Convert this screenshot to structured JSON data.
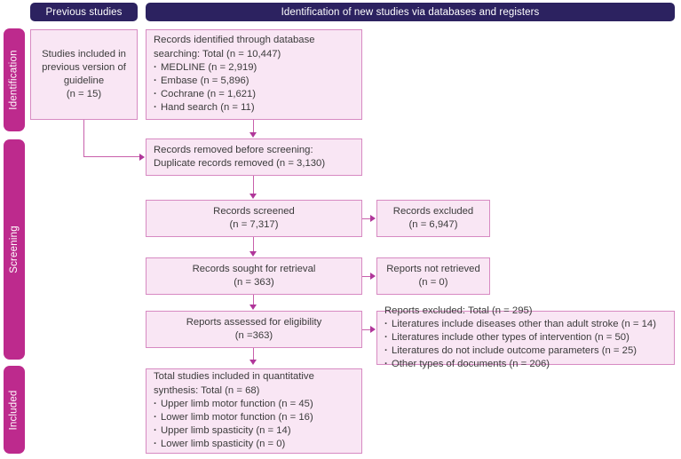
{
  "diagram": {
    "title": "PRISMA flow diagram",
    "colors": {
      "header_bar": "#2c2260",
      "stage_bar": "#bd2a8d",
      "box_fill": "#f9e6f4",
      "box_border": "#d78ac2",
      "connector": "#c860ab",
      "text": "#3b3b3b"
    }
  },
  "headers": {
    "previous": "Previous studies",
    "new": "Identification of new studies via databases and registers"
  },
  "stages": {
    "identification": "Identification",
    "screening": "Screening",
    "included": "Included"
  },
  "boxes": {
    "previous_studies": {
      "lines": [
        "Studies included in",
        "previous version of",
        "guideline",
        "(n = 15)"
      ]
    },
    "records_identified": {
      "lines": [
        "Records identified through database",
        "searching: Total (n = 10,447)"
      ],
      "bullets": [
        "MEDLINE (n = 2,919)",
        "Embase (n = 5,896)",
        "Cochrane (n = 1,621)",
        "Hand search (n = 11)"
      ]
    },
    "records_removed": {
      "lines": [
        "Records removed before screening:",
        "Duplicate records removed (n = 3,130)"
      ]
    },
    "records_screened": {
      "lines": [
        "Records screened",
        "(n = 7,317)"
      ]
    },
    "records_excluded": {
      "lines": [
        "Records excluded",
        "(n = 6,947)"
      ]
    },
    "records_sought": {
      "lines": [
        "Records sought for retrieval",
        "(n = 363)"
      ]
    },
    "reports_not_retrieved": {
      "lines": [
        "Reports not retrieved",
        "(n = 0)"
      ]
    },
    "reports_assessed": {
      "lines": [
        "Reports assessed for eligibility",
        "(n =363)"
      ]
    },
    "reports_excluded": {
      "lines": [
        "Reports excluded: Total (n = 295)"
      ],
      "bullets": [
        "Literatures include diseases other than adult stroke (n = 14)",
        "Literatures include other types of intervention (n = 50)",
        "Literatures do not include outcome parameters (n = 25)",
        "Other types of documents (n = 206)"
      ]
    },
    "total_included": {
      "lines": [
        "Total studies included in quantitative",
        "synthesis: Total (n = 68)"
      ],
      "bullets": [
        "Upper limb motor function (n = 45)",
        "Lower limb motor function (n = 16)",
        "Upper limb spasticity (n = 14)",
        "Lower limb spasticity (n = 0)"
      ]
    }
  }
}
